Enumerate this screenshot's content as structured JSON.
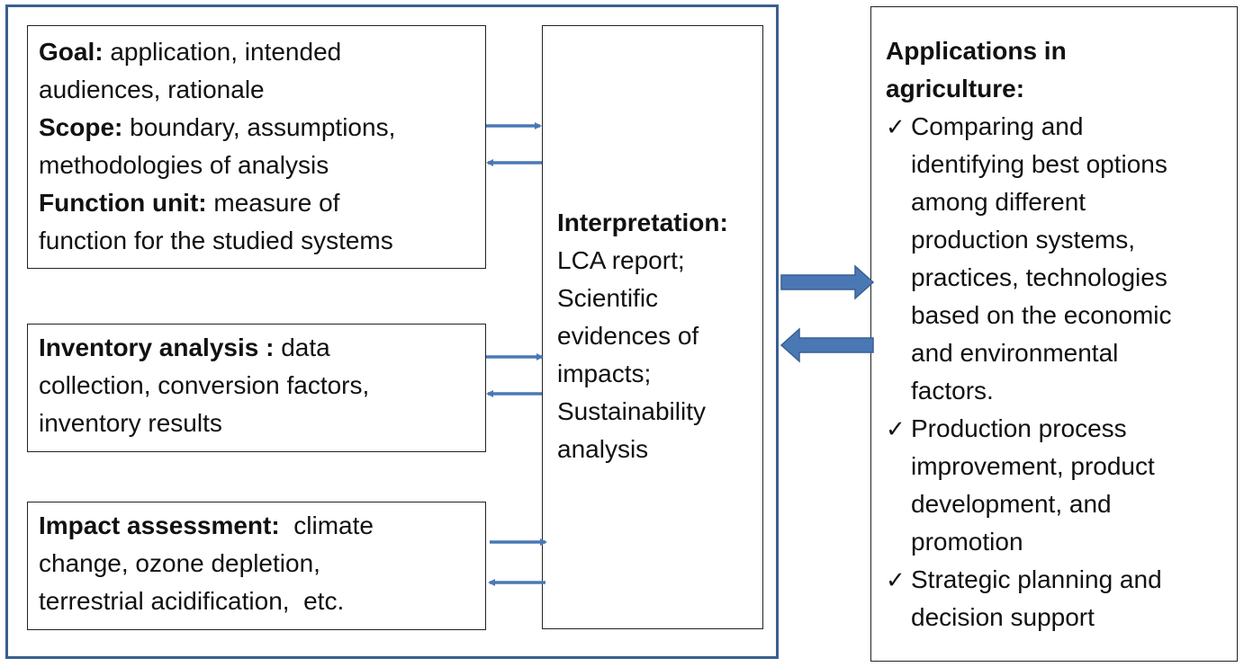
{
  "goal_box": {
    "goal_label": "Goal:",
    "goal_text_1": " application, intended",
    "goal_text_2": "audiences, rationale",
    "scope_label": "Scope:",
    "scope_text_1": " boundary, assumptions,",
    "scope_text_2": "methodologies of analysis",
    "function_label": "Function unit:",
    "function_text_1": " measure of",
    "function_text_2": "function for the studied systems"
  },
  "inventory_box": {
    "label": "Inventory analysis :",
    "text_1": " data",
    "text_2": "collection, conversion factors,",
    "text_3": "inventory results"
  },
  "impact_box": {
    "label": "Impact assessment:",
    "text_1": "  climate",
    "text_2": "change, ozone depletion,",
    "text_3": "terrestrial acidification,  etc."
  },
  "interpretation_box": {
    "label": "Interpretation:",
    "lines": [
      "LCA report;",
      "Scientific",
      "evidences of",
      "impacts;",
      "Sustainability",
      "analysis"
    ]
  },
  "applications_box": {
    "title_1": "Applications in",
    "title_2": "agriculture:",
    "check_glyph": "✓",
    "items": [
      "Comparing and\nidentifying best options\namong different\nproduction systems,\npractices, technologies\nbased on the economic\nand environmental\nfactors.",
      "Production process\nimprovement, product\ndevelopment, and\npromotion",
      "Strategic planning and\ndecision support"
    ]
  },
  "colors": {
    "frame": "#3a5f8f",
    "arrow": "#4a78b5",
    "text": "#111111"
  }
}
